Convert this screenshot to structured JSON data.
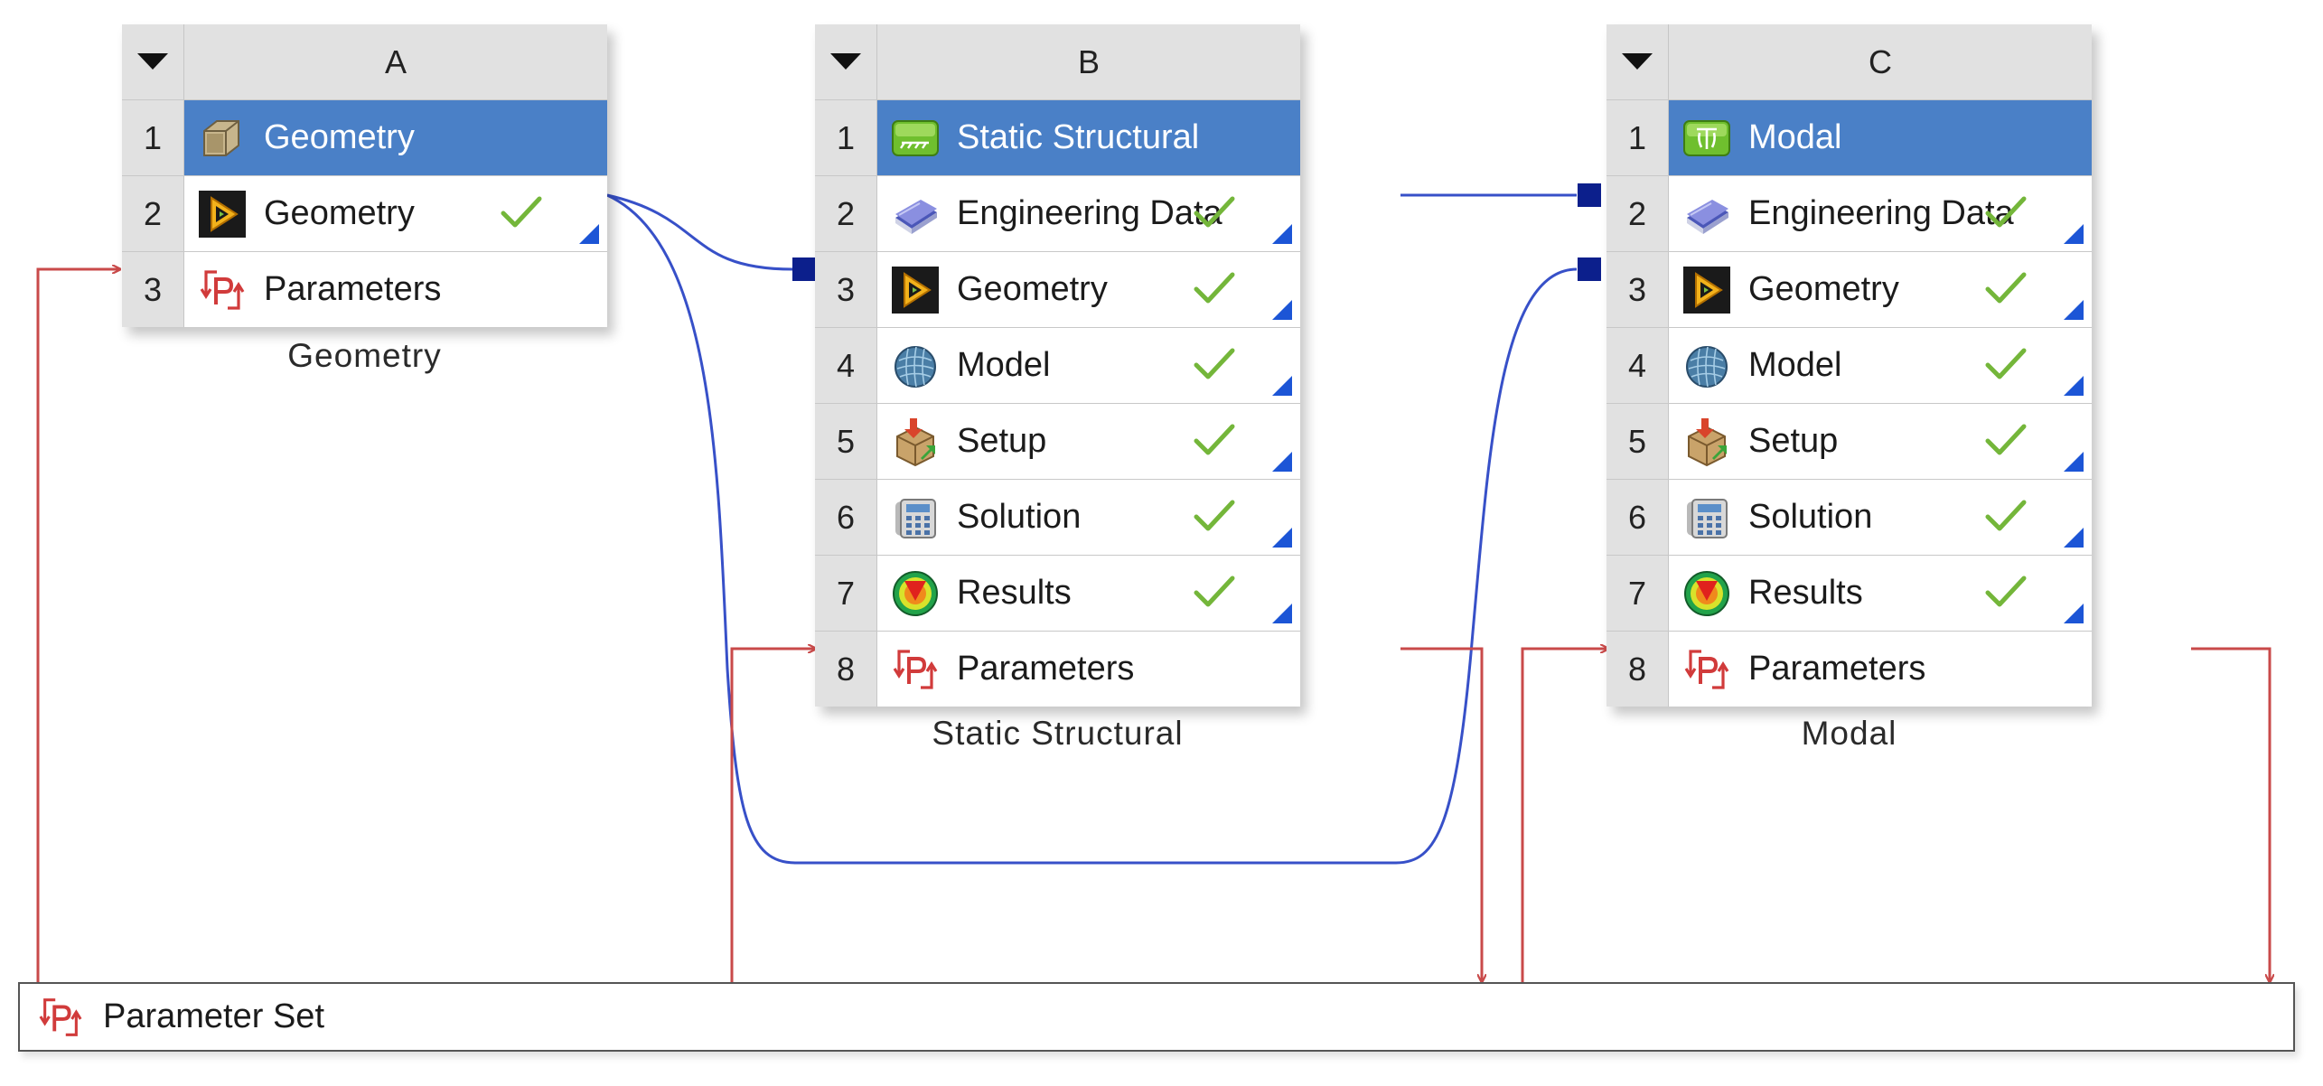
{
  "colors": {
    "title_bar": "#4a80c7",
    "data_link": "#3750c8",
    "param_link": "#c94a4a",
    "check": "#74b63a",
    "connector": "#0c1f8c"
  },
  "systems": [
    {
      "id": "A",
      "column_letter": "A",
      "caption": "Geometry",
      "rows": [
        {
          "num": "1",
          "label": "Geometry",
          "icon": "geometry-cube-icon",
          "title": true,
          "status": ""
        },
        {
          "num": "2",
          "label": "Geometry",
          "icon": "geometry-play-icon",
          "title": false,
          "status": "up-to-date"
        },
        {
          "num": "3",
          "label": "Parameters",
          "icon": "parameters-icon",
          "title": false,
          "status": ""
        }
      ]
    },
    {
      "id": "B",
      "column_letter": "B",
      "caption": "Static Structural",
      "rows": [
        {
          "num": "1",
          "label": "Static Structural",
          "icon": "static-structural-icon",
          "title": true,
          "status": ""
        },
        {
          "num": "2",
          "label": "Engineering Data",
          "icon": "engineering-data-icon",
          "title": false,
          "status": "up-to-date"
        },
        {
          "num": "3",
          "label": "Geometry",
          "icon": "geometry-play-icon",
          "title": false,
          "status": "up-to-date"
        },
        {
          "num": "4",
          "label": "Model",
          "icon": "model-icon",
          "title": false,
          "status": "up-to-date"
        },
        {
          "num": "5",
          "label": "Setup",
          "icon": "setup-icon",
          "title": false,
          "status": "up-to-date"
        },
        {
          "num": "6",
          "label": "Solution",
          "icon": "solution-icon",
          "title": false,
          "status": "up-to-date"
        },
        {
          "num": "7",
          "label": "Results",
          "icon": "results-icon",
          "title": false,
          "status": "up-to-date"
        },
        {
          "num": "8",
          "label": "Parameters",
          "icon": "parameters-icon",
          "title": false,
          "status": ""
        }
      ]
    },
    {
      "id": "C",
      "column_letter": "C",
      "caption": "Modal",
      "rows": [
        {
          "num": "1",
          "label": "Modal",
          "icon": "modal-icon",
          "title": true,
          "status": ""
        },
        {
          "num": "2",
          "label": "Engineering Data",
          "icon": "engineering-data-icon",
          "title": false,
          "status": "up-to-date"
        },
        {
          "num": "3",
          "label": "Geometry",
          "icon": "geometry-play-icon",
          "title": false,
          "status": "up-to-date"
        },
        {
          "num": "4",
          "label": "Model",
          "icon": "model-icon",
          "title": false,
          "status": "up-to-date"
        },
        {
          "num": "5",
          "label": "Setup",
          "icon": "setup-icon",
          "title": false,
          "status": "up-to-date"
        },
        {
          "num": "6",
          "label": "Solution",
          "icon": "solution-icon",
          "title": false,
          "status": "up-to-date"
        },
        {
          "num": "7",
          "label": "Results",
          "icon": "results-icon",
          "title": false,
          "status": "up-to-date"
        },
        {
          "num": "8",
          "label": "Parameters",
          "icon": "parameters-icon",
          "title": false,
          "status": ""
        }
      ]
    }
  ],
  "parameter_set": {
    "label": "Parameter Set",
    "icon": "parameters-icon"
  }
}
